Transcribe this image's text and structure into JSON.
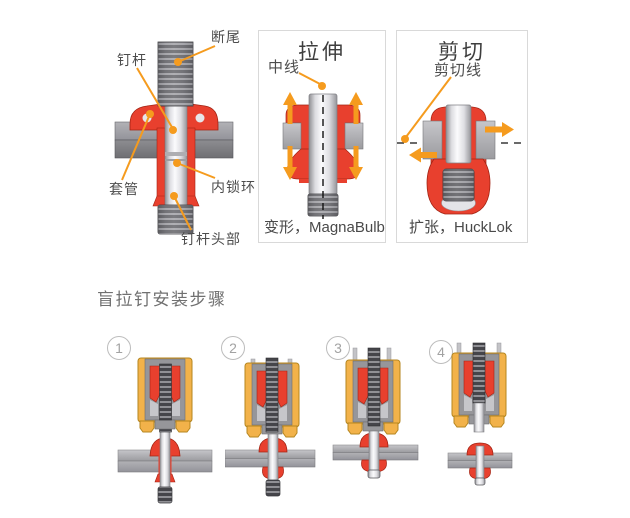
{
  "anatomy": {
    "labels": {
      "break_tail": "断尾",
      "pin": "钉杆",
      "sleeve": "套管",
      "lock_ring": "内锁环",
      "pin_head": "钉杆头部"
    }
  },
  "tension_box": {
    "title": "拉伸",
    "callout": "中线",
    "caption": "变形，MagnaBulb"
  },
  "shear_box": {
    "title": "剪切",
    "callout": "剪切线",
    "caption": "扩张，HuckLok"
  },
  "steps_section": {
    "title": "盲拉钉安装步骤",
    "steps": [
      {
        "number": "1"
      },
      {
        "number": "2"
      },
      {
        "number": "3"
      },
      {
        "number": "4"
      }
    ]
  },
  "colors": {
    "accent_orange": "#f59b1e",
    "rivet_red": "#e8402e",
    "tool_yellow": "#f2b24a",
    "tool_gray": "#96969a",
    "plate_gray": "#a9a9ad",
    "text_dark": "#3e3e3e",
    "text_gray": "#707070",
    "panel_border": "#d9d9d9"
  }
}
